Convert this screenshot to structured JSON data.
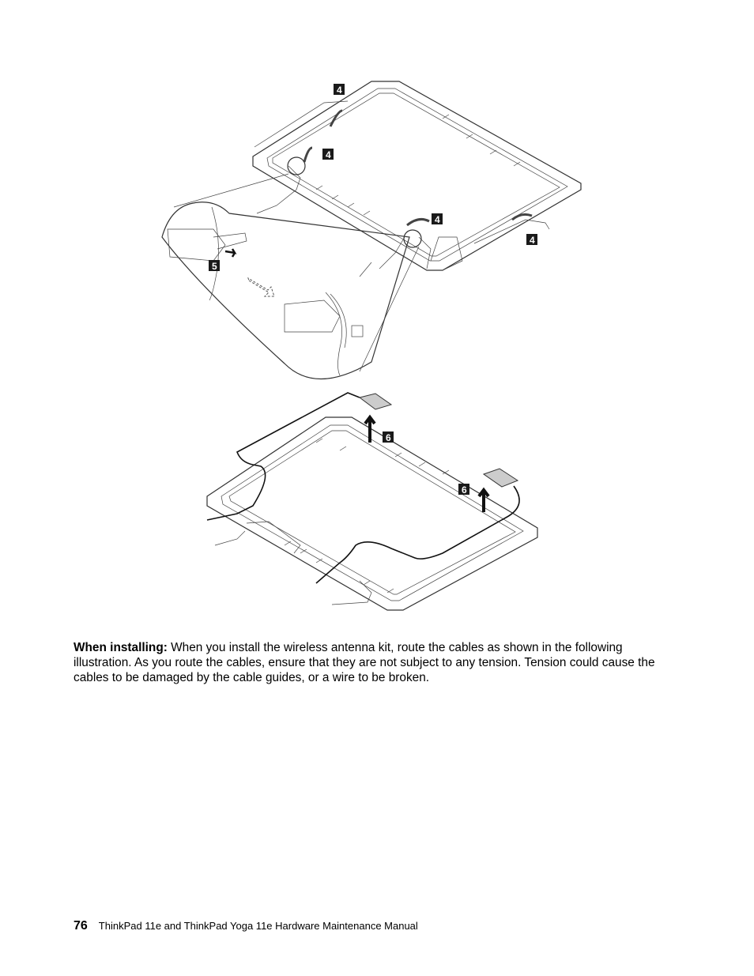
{
  "callouts": {
    "a": "4",
    "b": "4",
    "c": "4",
    "d": "4",
    "e": "5",
    "f": "6",
    "g": "6"
  },
  "note": {
    "lead": "When installing:",
    "body": "When you install the wireless antenna kit, route the cables as shown in the following illustration. As you route the cables, ensure that they are not subject to any tension. Tension could cause the cables to be damaged by the cable guides, or a wire to be broken."
  },
  "footer": {
    "page_number": "76",
    "title": "ThinkPad 11e and ThinkPad Yoga 11e Hardware Maintenance Manual"
  }
}
